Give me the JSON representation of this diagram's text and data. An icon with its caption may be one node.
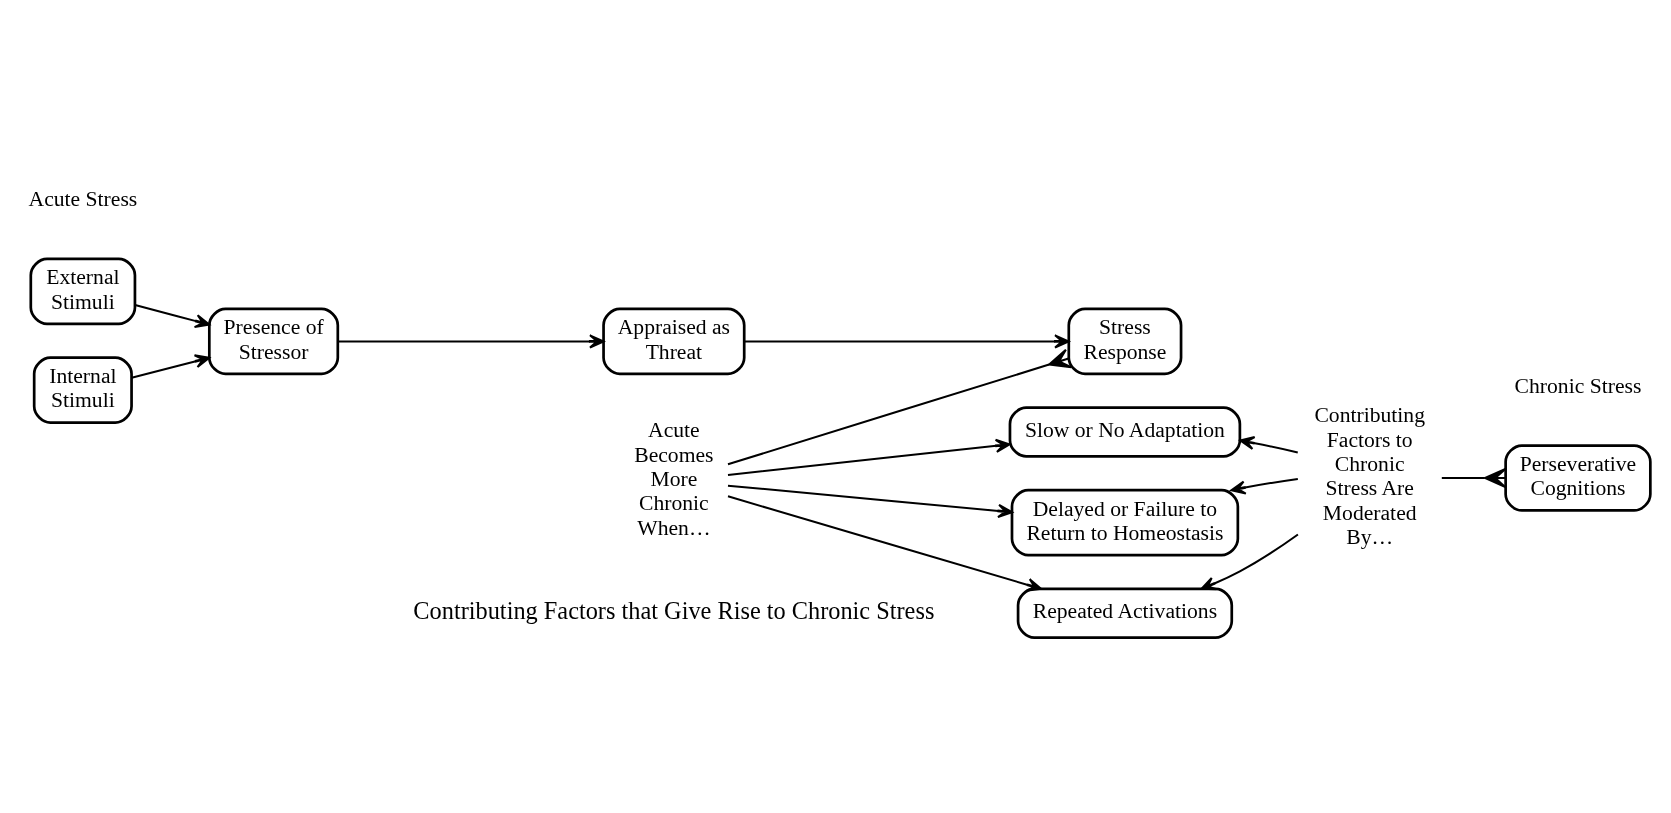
{
  "diagram": {
    "nodes": [
      {
        "text": [
          "External Stimuli"
        ]
      },
      {
        "text": [
          "Internal Stimuli"
        ]
      },
      {
        "text": [
          "Presence of Stressor"
        ]
      },
      {
        "text": [
          "Appraised as Threat"
        ]
      },
      {
        "text": [
          "Stress Response"
        ]
      },
      {
        "text": [
          "Acute Becomes More Chronic When…"
        ]
      },
      {
        "text": [
          "Repeated Activations"
        ]
      },
      {
        "text": [
          "Slow or No Adaptation"
        ]
      },
      {
        "text": [
          "Delayed or Failure to Return to Homeostasis"
        ]
      },
      {
        "text": [
          "Contributing Factors to Chronic Stress Are Moderated By…"
        ]
      },
      {
        "text": [
          "Perseverative Cognitions"
        ]
      }
    ],
    "edges": [
      {
        "from": 0,
        "to": 2,
        "arrow": "to"
      },
      {
        "from": 1,
        "to": 2,
        "arrow": "to"
      },
      {
        "from": 2,
        "to": 3,
        "arrow": "to"
      },
      {
        "from": 3,
        "to": 4,
        "arrow": "to"
      },
      {
        "from": 5,
        "to": 4,
        "arrow": "other"
      },
      {
        "from": 5,
        "to": 6,
        "arrow": "to"
      },
      {
        "from": 5,
        "to": 7,
        "arrow": "to"
      },
      {
        "from": 5,
        "to": 8,
        "arrow": "to"
      },
      {
        "from": 9,
        "to": 6,
        "arrow": "to"
      },
      {
        "from": 9,
        "to": 7,
        "arrow": "to"
      },
      {
        "from": 9,
        "to": 8,
        "arrow": "to"
      },
      {
        "from": 9,
        "to": 10,
        "arrow": "other"
      }
    ],
    "labels": [
      "Contributing Factors that Give Rise to Chronic Stress",
      "Acute Stress",
      "Chronic Stress"
    ]
  }
}
